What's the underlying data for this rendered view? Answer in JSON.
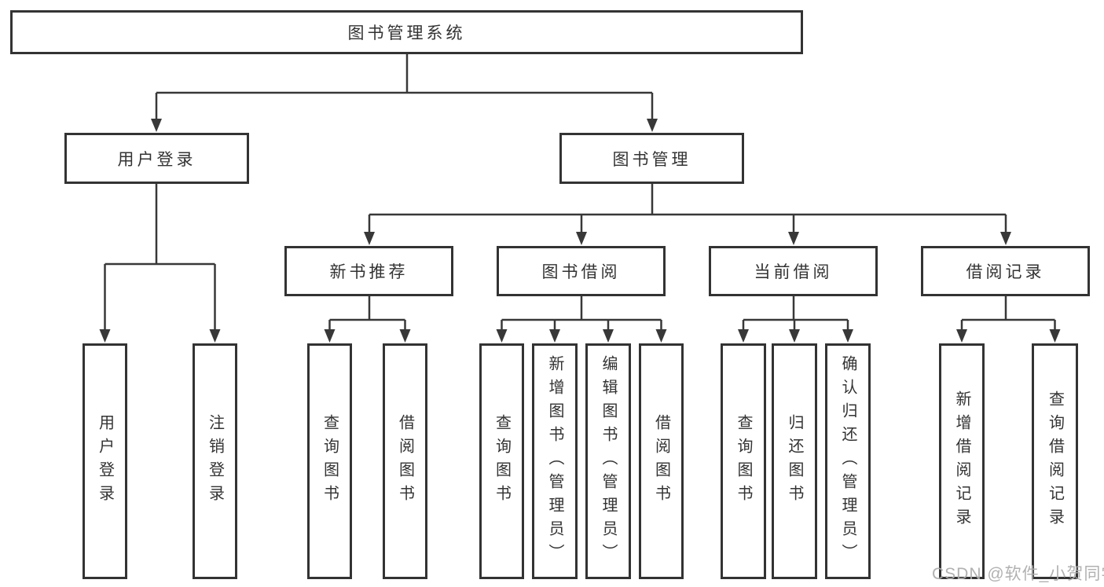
{
  "colors": {
    "line": "#383838",
    "box_border": "#333333",
    "text": "#333333",
    "background": "#ffffff",
    "watermark": "#adadad"
  },
  "tree": {
    "root": "图书管理系统",
    "branches": [
      {
        "label": "用户登录",
        "children": [
          "用户登录",
          "注销登录"
        ]
      },
      {
        "label": "图书管理",
        "groups": [
          {
            "label": "新书推荐",
            "children": [
              "查询图书",
              "借阅图书"
            ]
          },
          {
            "label": "图书借阅",
            "children": [
              "查询图书",
              "新增图书（管理员）",
              "编辑图书（管理员）",
              "借阅图书"
            ]
          },
          {
            "label": "当前借阅",
            "children": [
              "查询图书",
              "归还图书",
              "确认归还（管理员）"
            ]
          },
          {
            "label": "借阅记录",
            "children": [
              "新增借阅记录",
              "查询借阅记录"
            ]
          }
        ]
      }
    ]
  },
  "watermark": "CSDN @软件_小贺同学"
}
